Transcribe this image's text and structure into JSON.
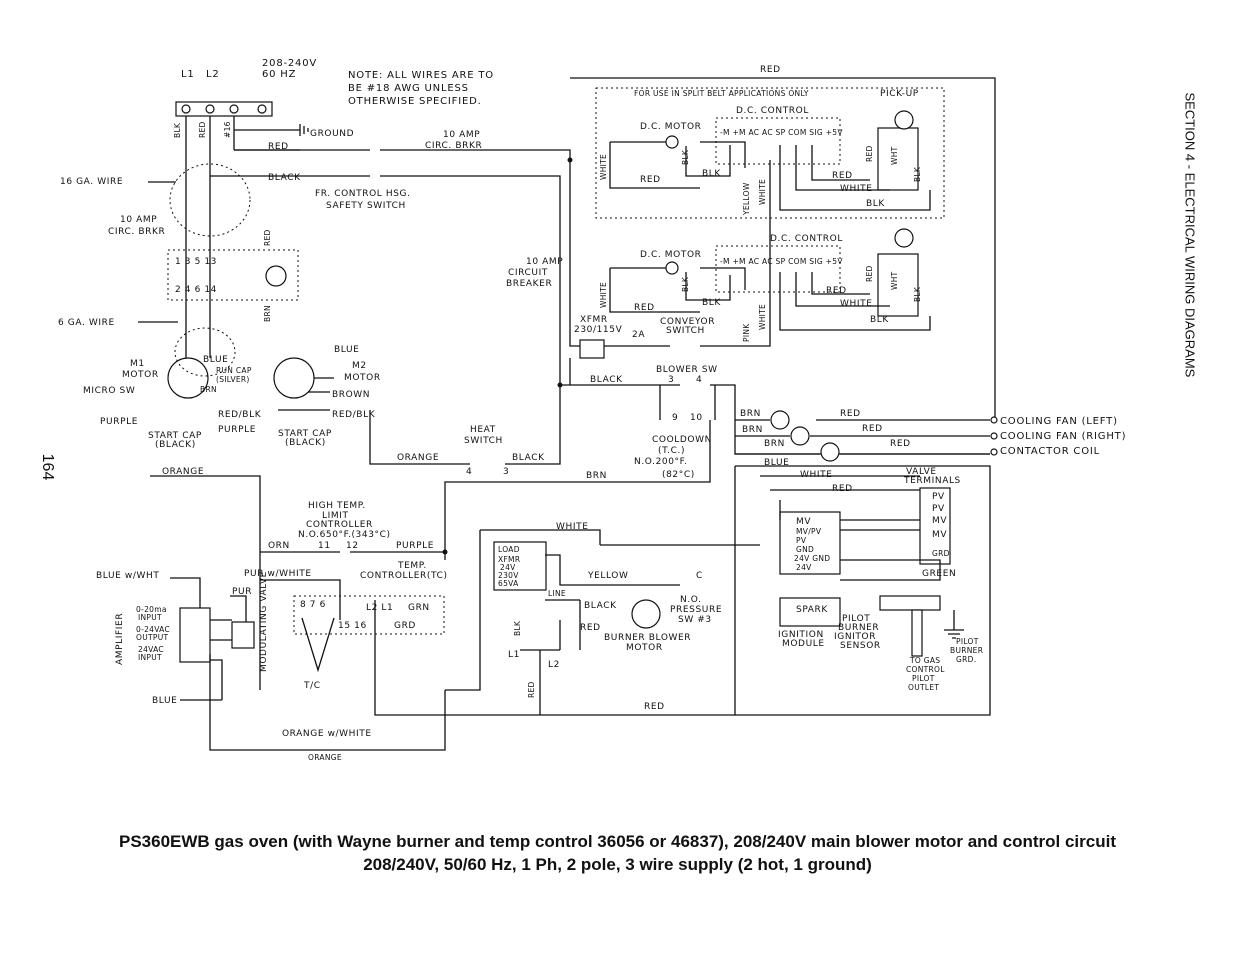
{
  "page": {
    "number": "164",
    "section_title": "SECTION 4 - ELECTRICAL WIRING DIAGRAMS",
    "caption_line1": "PS360EWB gas oven (with Wayne burner and temp control 36056 or 46837), 208/240V main blower motor and control circuit",
    "caption_line2": "208/240V, 50/60 Hz, 1 Ph, 2 pole, 3 wire supply (2 hot, 1 ground)"
  },
  "supply": {
    "voltage": "208-240V",
    "freq": "60 HZ",
    "l1": "L1",
    "l2": "L2",
    "note_line1": "NOTE: ALL WIRES ARE TO",
    "note_line2": "BE #18 AWG UNLESS",
    "note_line3": "OTHERWISE SPECIFIED.",
    "ground": "GROUND",
    "wire16": "16 GA. WIRE",
    "wire6": "6 GA. WIRE",
    "breaker10": "10 AMP",
    "breaker10b": "CIRC. BRKR",
    "ten_amp_a": "10 AMP",
    "ten_amp_b": "CIRC. BRKR"
  },
  "labels": {
    "blk": "BLK",
    "red": "RED",
    "n16": "#16",
    "black": "BLACK",
    "fr_control_1": "FR. CONTROL HSG.",
    "fr_control_2": "SAFETY SWITCH",
    "circuit_breaker_1": "10 AMP",
    "circuit_breaker_2": "CIRCUIT",
    "circuit_breaker_3": "BREAKER",
    "contactor_top": "1 3 5 13",
    "contactor_bot": "2 4 6 14",
    "brn": "BRN",
    "m1_1": "M1",
    "m1_2": "MOTOR",
    "micro_sw": "MICRO SW",
    "blue": "BLUE",
    "run_cap_1": "RUN CAP",
    "run_cap_2": "(SILVER)",
    "m2_1": "M2",
    "m2_2": "MOTOR",
    "brown": "BROWN",
    "red_blk": "RED/BLK",
    "purple": "PURPLE",
    "start_cap_1": "START CAP",
    "start_cap_2": "(BLACK)",
    "orange": "ORANGE",
    "heat_switch_1": "HEAT",
    "heat_switch_2": "SWITCH",
    "sw4": "4",
    "sw3": "3",
    "xfmr": "XFMR",
    "xfmr_v": "230/115V",
    "two_a": "2A",
    "conveyor_1": "CONVEYOR",
    "conveyor_2": "SWITCH",
    "blower_sw": "BLOWER SW",
    "nine": "9",
    "ten": "10",
    "cooldown_1": "COOLDOWN",
    "cooldown_2": "(T.C.)",
    "cooldown_3": "N.O.200°F.",
    "cooldown_4": "(82°C)",
    "cooling_left": "COOLING FAN (LEFT)",
    "cooling_right": "COOLING FAN (RIGHT)",
    "contactor_coil": "CONTACTOR COIL",
    "split_belt": "FOR USE IN SPLIT BELT APPLICATIONS ONLY",
    "pick_up": "PICK-UP",
    "dc_control": "D.C. CONTROL",
    "dc_motor": "D.C. MOTOR",
    "terminals": "-M +M AC AC SP COM SIG +5V",
    "white": "WHITE",
    "yellow": "YELLOW",
    "pink": "PINK",
    "wht": "WHT",
    "high_temp_1": "HIGH TEMP.",
    "high_temp_2": "LIMIT",
    "high_temp_3": "CONTROLLER",
    "high_temp_4": "N.O.650°F.(343°C)",
    "orn": "ORN",
    "eleven": "11",
    "twelve": "12",
    "temp_ctrl_1": "TEMP.",
    "temp_ctrl_2": "CONTROLLER(TC)",
    "blue_wht": "BLUE w/WHT",
    "pur_white": "PUR w/WHITE",
    "pur": "PUR",
    "amplifier": "AMPLIFIER",
    "amp_in1": "0-20ma",
    "amp_in1b": "INPUT",
    "amp_out": "0-24VAC",
    "amp_outb": "OUTPUT",
    "amp_in2": "24VAC",
    "amp_in2b": "INPUT",
    "mod_valve": "MODULATING VALVE",
    "tc_terms": "8 7 6",
    "tc_terms2": "15 16",
    "l2l1": "L2 L1",
    "grn": "GRN",
    "grd": "GRD",
    "tc": "T/C",
    "orange_white": "ORANGE w/WHITE",
    "load": "LOAD",
    "xfmr_24_1": "XFMR",
    "xfmr_24_2": "24V",
    "xfmr_24_3": "230V",
    "xfmr_24_4": "65VA",
    "line": "LINE",
    "l1_small": "L1",
    "l2_small": "L2",
    "no_c": "C",
    "no_1": "N.O.",
    "no_2": "PRESSURE",
    "no_3": "SW #3",
    "burner_blower_1": "BURNER BLOWER",
    "burner_blower_2": "MOTOR",
    "valve_terms_1": "VALVE",
    "valve_terms_2": "TERMINALS",
    "pv": "PV",
    "mv": "MV",
    "green": "GREEN",
    "mod_terms": "MV\nMV/PV\nPV\nGND\n24V GND\n24V",
    "spark": "SPARK",
    "ignition_1": "IGNITION",
    "ignition_2": "MODULE",
    "pilot_burner_1": "PILOT",
    "pilot_burner_2": "BURNER",
    "pilot_burner_3": "IGNITOR",
    "pilot_burner_4": "SENSOR",
    "to_gas_1": "TO GAS",
    "to_gas_2": "CONTROL",
    "to_gas_3": "PILOT",
    "to_gas_4": "OUTLET",
    "pilot_grd_1": "PILOT",
    "pilot_grd_2": "BURNER",
    "pilot_grd_3": "GRD."
  }
}
